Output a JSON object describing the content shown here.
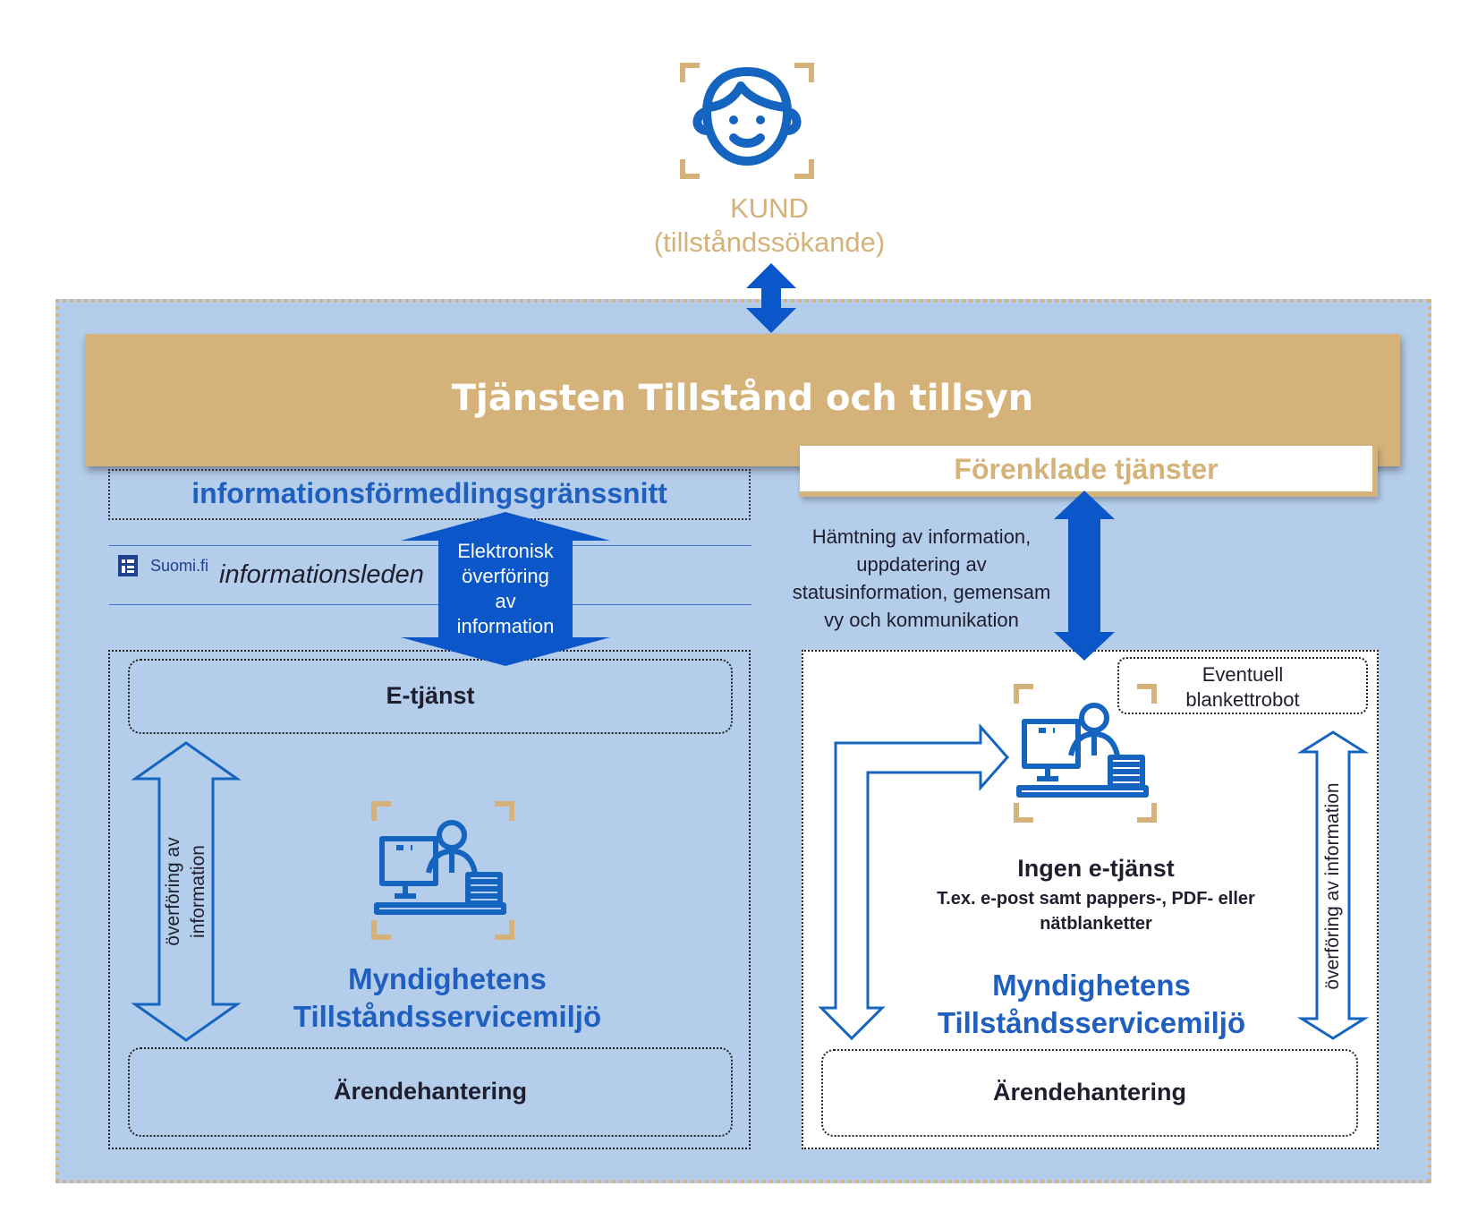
{
  "customer": {
    "label": "KUND",
    "sublabel": "(tillståndssökande)"
  },
  "banner": {
    "title": "Tjänsten Tillstånd och tillsyn",
    "simplified_services": "Förenklade tjänster"
  },
  "left": {
    "interface_label": "informationsförmedlingsgränssnitt",
    "suomi_logo_text": "Suomi.fi",
    "channel_label": "informationsleden",
    "transfer_label": [
      "Elektronisk",
      "överföring",
      "av",
      "information"
    ],
    "etjanst_label": "E-tjänst",
    "vertical_label": [
      "överföring av",
      "information"
    ],
    "authority_label": [
      "Myndighetens",
      "Tillståndsservicemiljö"
    ],
    "case_label": "Ärendehantering"
  },
  "right": {
    "retrieval_label": [
      "Hämtning av information,",
      "uppdatering av",
      "statusinformation, gemensam",
      "vy och kommunikation"
    ],
    "form_robot_label": [
      "Eventuell",
      "blankettrobot"
    ],
    "no_eservice_title": "Ingen e-tjänst",
    "no_eservice_desc": [
      "T.ex. e-post samt pappers-, PDF- eller",
      "nätblanketter"
    ],
    "authority_label": [
      "Myndighetens",
      "Tillståndsservicemiljö"
    ],
    "vertical_label": "överföring av information",
    "case_label": "Ärendehantering"
  },
  "icons": {
    "customer": "face-icon",
    "officer": "officer-at-desk-icon"
  },
  "colors": {
    "gold": "#d4b27a",
    "blue": "#1f5fbf",
    "background": "#b4cdeb",
    "arrow_blue": "#0b56c8"
  }
}
